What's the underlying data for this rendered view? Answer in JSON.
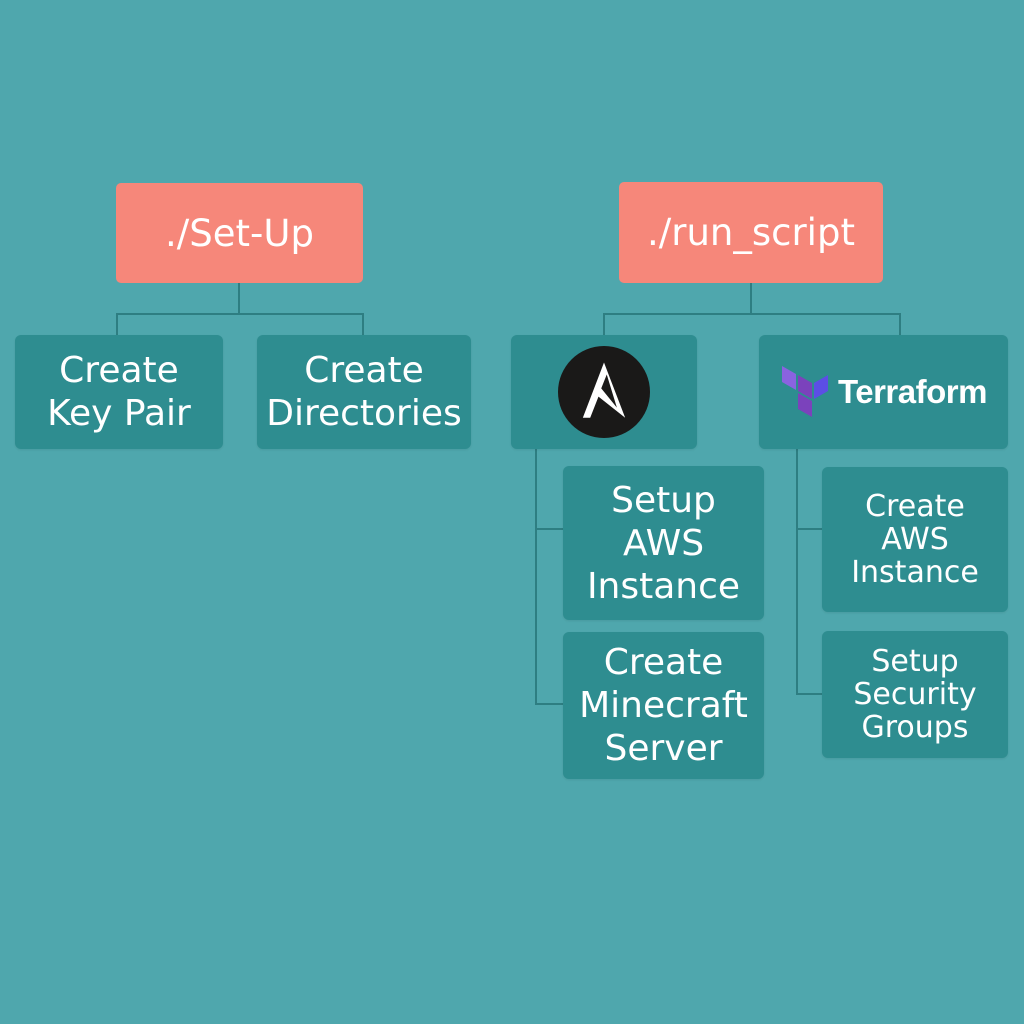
{
  "diagram": {
    "setup": {
      "label": "./Set-Up",
      "children": [
        "Create\nKey Pair",
        "Create\nDirectories"
      ]
    },
    "run_script": {
      "label": "./run_script",
      "ansible": {
        "logo_icon": "ansible-logo-icon",
        "children": [
          "Setup\nAWS\nInstance",
          "Create\nMinecraft\nServer"
        ]
      },
      "terraform": {
        "logo_icon": "terraform-logo-icon",
        "label": "Terraform",
        "children": [
          "Create\nAWS\nInstance",
          "Setup\nSecurity\nGroups"
        ]
      }
    }
  },
  "colors": {
    "background": "#4fa7ad",
    "root_node": "#f6877a",
    "child_node": "#2e8d90",
    "connector": "#2e7e82",
    "text": "#ffffff",
    "ansible_logo": "#1a1918",
    "terraform_logo": "#7b42bc"
  }
}
